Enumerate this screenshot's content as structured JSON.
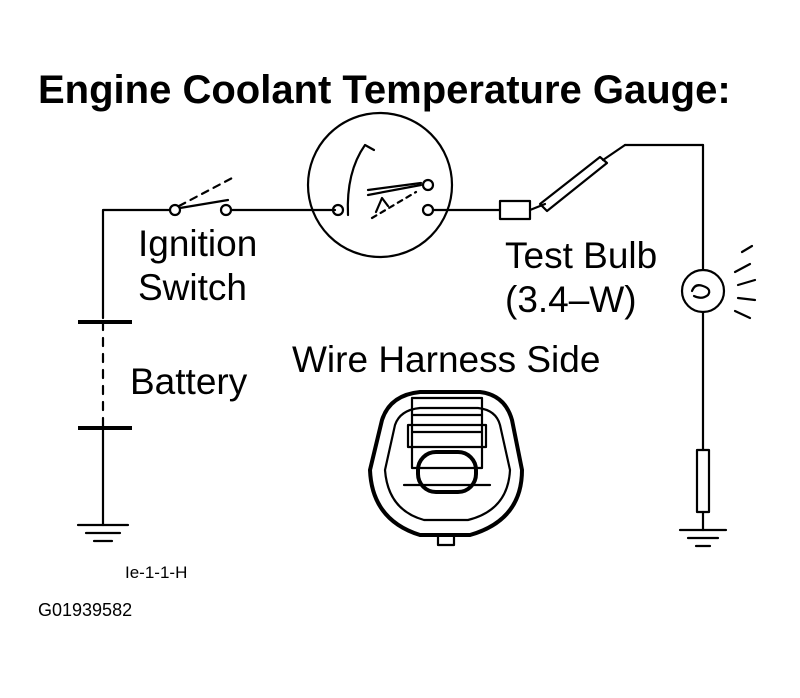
{
  "title": "Engine Coolant Temperature Gauge:",
  "labels": {
    "ignition_switch": [
      "Ignition",
      "Switch"
    ],
    "test_bulb": [
      "Test Bulb",
      "(3.4–W)"
    ],
    "battery": "Battery",
    "wire_harness_side": "Wire Harness Side",
    "figure_code": "Ie-1-1-H",
    "image_id": "G01939582"
  },
  "colors": {
    "ink": "#000000",
    "background": "#ffffff"
  }
}
